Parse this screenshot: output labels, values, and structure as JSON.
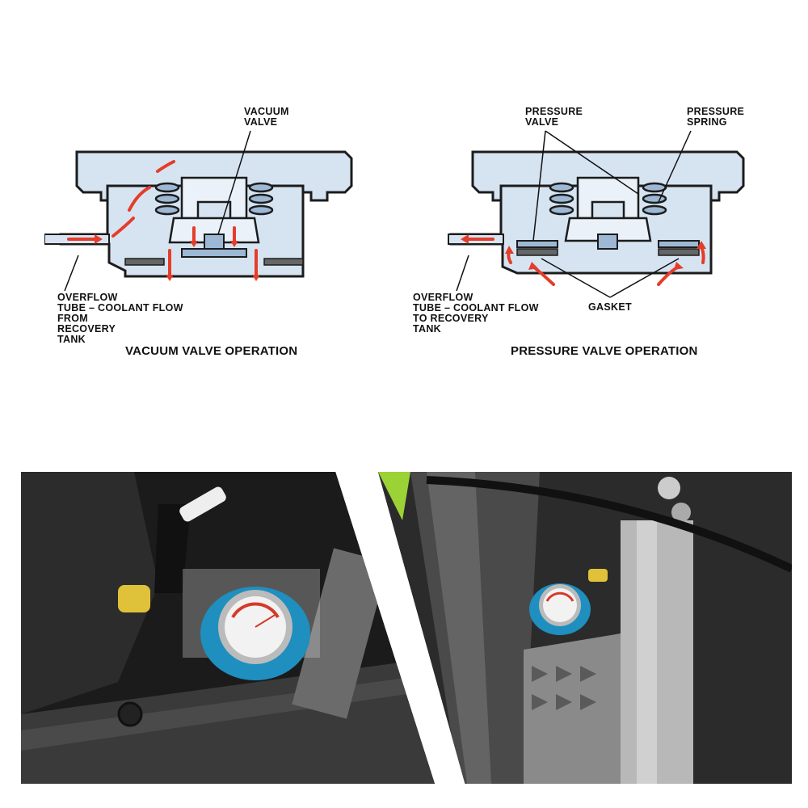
{
  "left_diagram": {
    "label_vacuum_valve": "VACUUM\nVALVE",
    "label_overflow": "OVERFLOW\nTUBE – COOLANT FLOW\nFROM\nRECOVERY\nTANK",
    "caption": "VACUUM VALVE OPERATION"
  },
  "right_diagram": {
    "label_pressure_valve": "PRESSURE\nVALVE",
    "label_pressure_spring": "PRESSURE\nSPRING",
    "label_overflow": "OVERFLOW\nTUBE – COOLANT FLOW\nTO RECOVERY\nTANK",
    "label_gasket": "GASKET",
    "caption": "PRESSURE VALVE OPERATION"
  },
  "colors": {
    "cap_fill": "#d6e4f2",
    "cap_stroke": "#1c1c1c",
    "flow_arrow": "#e43d2a",
    "gauge_ring": "#1e8fbf"
  }
}
